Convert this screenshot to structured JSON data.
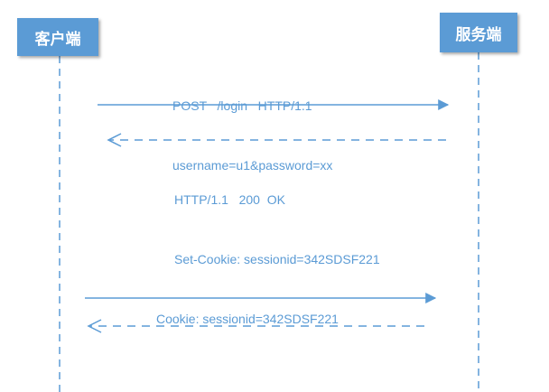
{
  "actors": {
    "client": "客户端",
    "server": "服务端"
  },
  "messages": [
    {
      "direction": "client-to-server",
      "style": "solid",
      "lines": [
        "POST   /login   HTTP/1.1",
        "username=u1&password=xx"
      ]
    },
    {
      "direction": "server-to-client",
      "style": "dashed",
      "lines": [
        "HTTP/1.1   200  OK",
        "Set-Cookie: sessionid=342SDSF221"
      ]
    },
    {
      "direction": "client-to-server",
      "style": "solid",
      "lines": [
        "Cookie: sessionid=342SDSF221"
      ]
    },
    {
      "direction": "server-to-client",
      "style": "dashed",
      "lines": []
    }
  ],
  "colors": {
    "accent": "#5b9bd5",
    "text": "#5b9bd5",
    "background": "#ffffff"
  }
}
